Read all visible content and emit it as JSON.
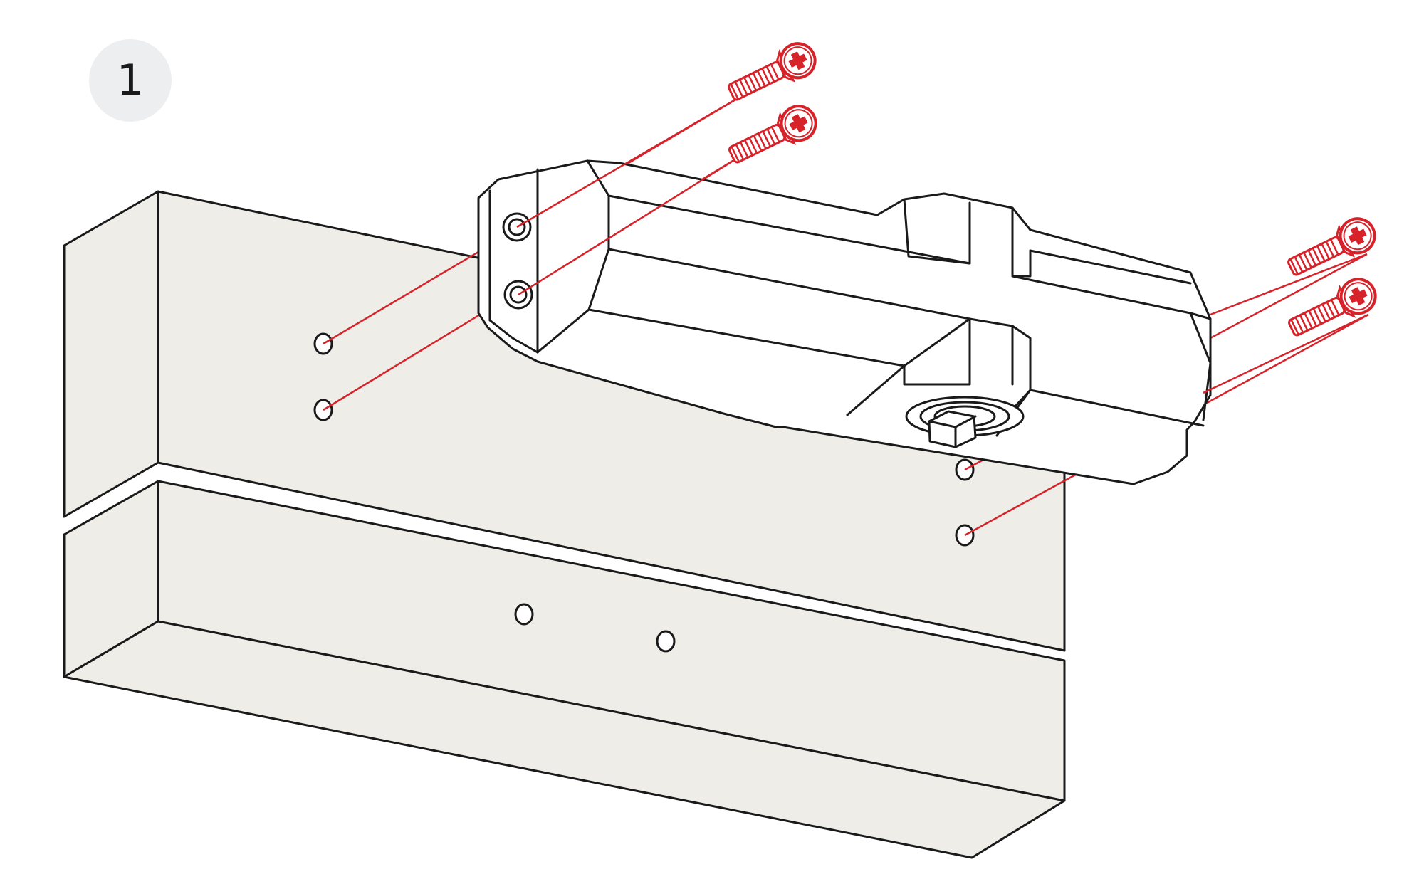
{
  "step": {
    "number": "1"
  },
  "colors": {
    "frame_fill": "#eeede8",
    "closer_fill": "#ffffff",
    "outline": "#1a1a1a",
    "screw": "#d8222a",
    "badge_fill": "#eceeef"
  },
  "parts": {
    "screws_count": 4,
    "holes_visible": 6
  }
}
